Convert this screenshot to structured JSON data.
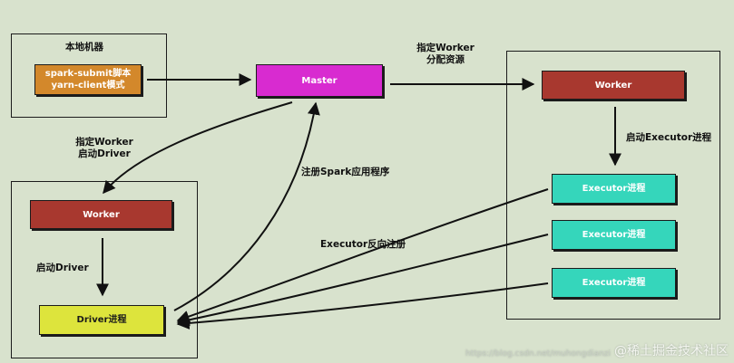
{
  "local_machine": {
    "title": "本地机器",
    "submit_node": {
      "line1": "spark-submit脚本",
      "line2": "yarn-client模式",
      "color": "#d3882b"
    }
  },
  "master_node": {
    "label": "Master",
    "color": "#d82bd0"
  },
  "worker_right": {
    "label": "Worker",
    "color": "#a8382f"
  },
  "worker_left": {
    "label": "Worker",
    "color": "#a8382f"
  },
  "driver_node": {
    "label": "Driver进程",
    "color": "#dde43c"
  },
  "executors": [
    {
      "label": "Executor进程",
      "color": "#35d6bb"
    },
    {
      "label": "Executor进程",
      "color": "#35d6bb"
    },
    {
      "label": "Executor进程",
      "color": "#35d6bb"
    }
  ],
  "edge_labels": {
    "assign_worker_line1": "指定Worker",
    "assign_worker_line2": "分配资源",
    "start_executor": "启动Executor进程",
    "assign_driver_line1": "指定Worker",
    "assign_driver_line2": "启动Driver",
    "register_app": "注册Spark应用程序",
    "executor_register": "Executor反向注册",
    "start_driver": "启动Driver"
  },
  "watermark": {
    "main": "@稀土掘金技术社区",
    "sub": "https://blog.csdn.net/muhongdianzi"
  }
}
